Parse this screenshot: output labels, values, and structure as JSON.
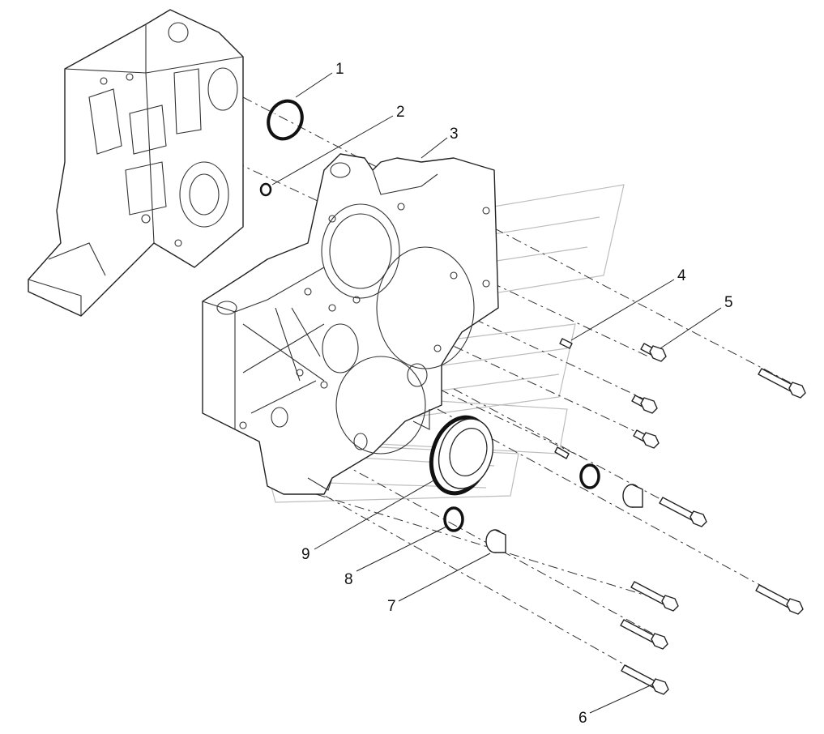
{
  "diagram": {
    "callouts": [
      {
        "id": "c1",
        "label": "1"
      },
      {
        "id": "c2",
        "label": "2"
      },
      {
        "id": "c3",
        "label": "3"
      },
      {
        "id": "c4",
        "label": "4"
      },
      {
        "id": "c5",
        "label": "5"
      },
      {
        "id": "c6",
        "label": "6"
      },
      {
        "id": "c7",
        "label": "7"
      },
      {
        "id": "c8",
        "label": "8"
      },
      {
        "id": "c9",
        "label": "9"
      }
    ],
    "line_color": "#222222",
    "watermark_color": "#bdbdbd"
  }
}
